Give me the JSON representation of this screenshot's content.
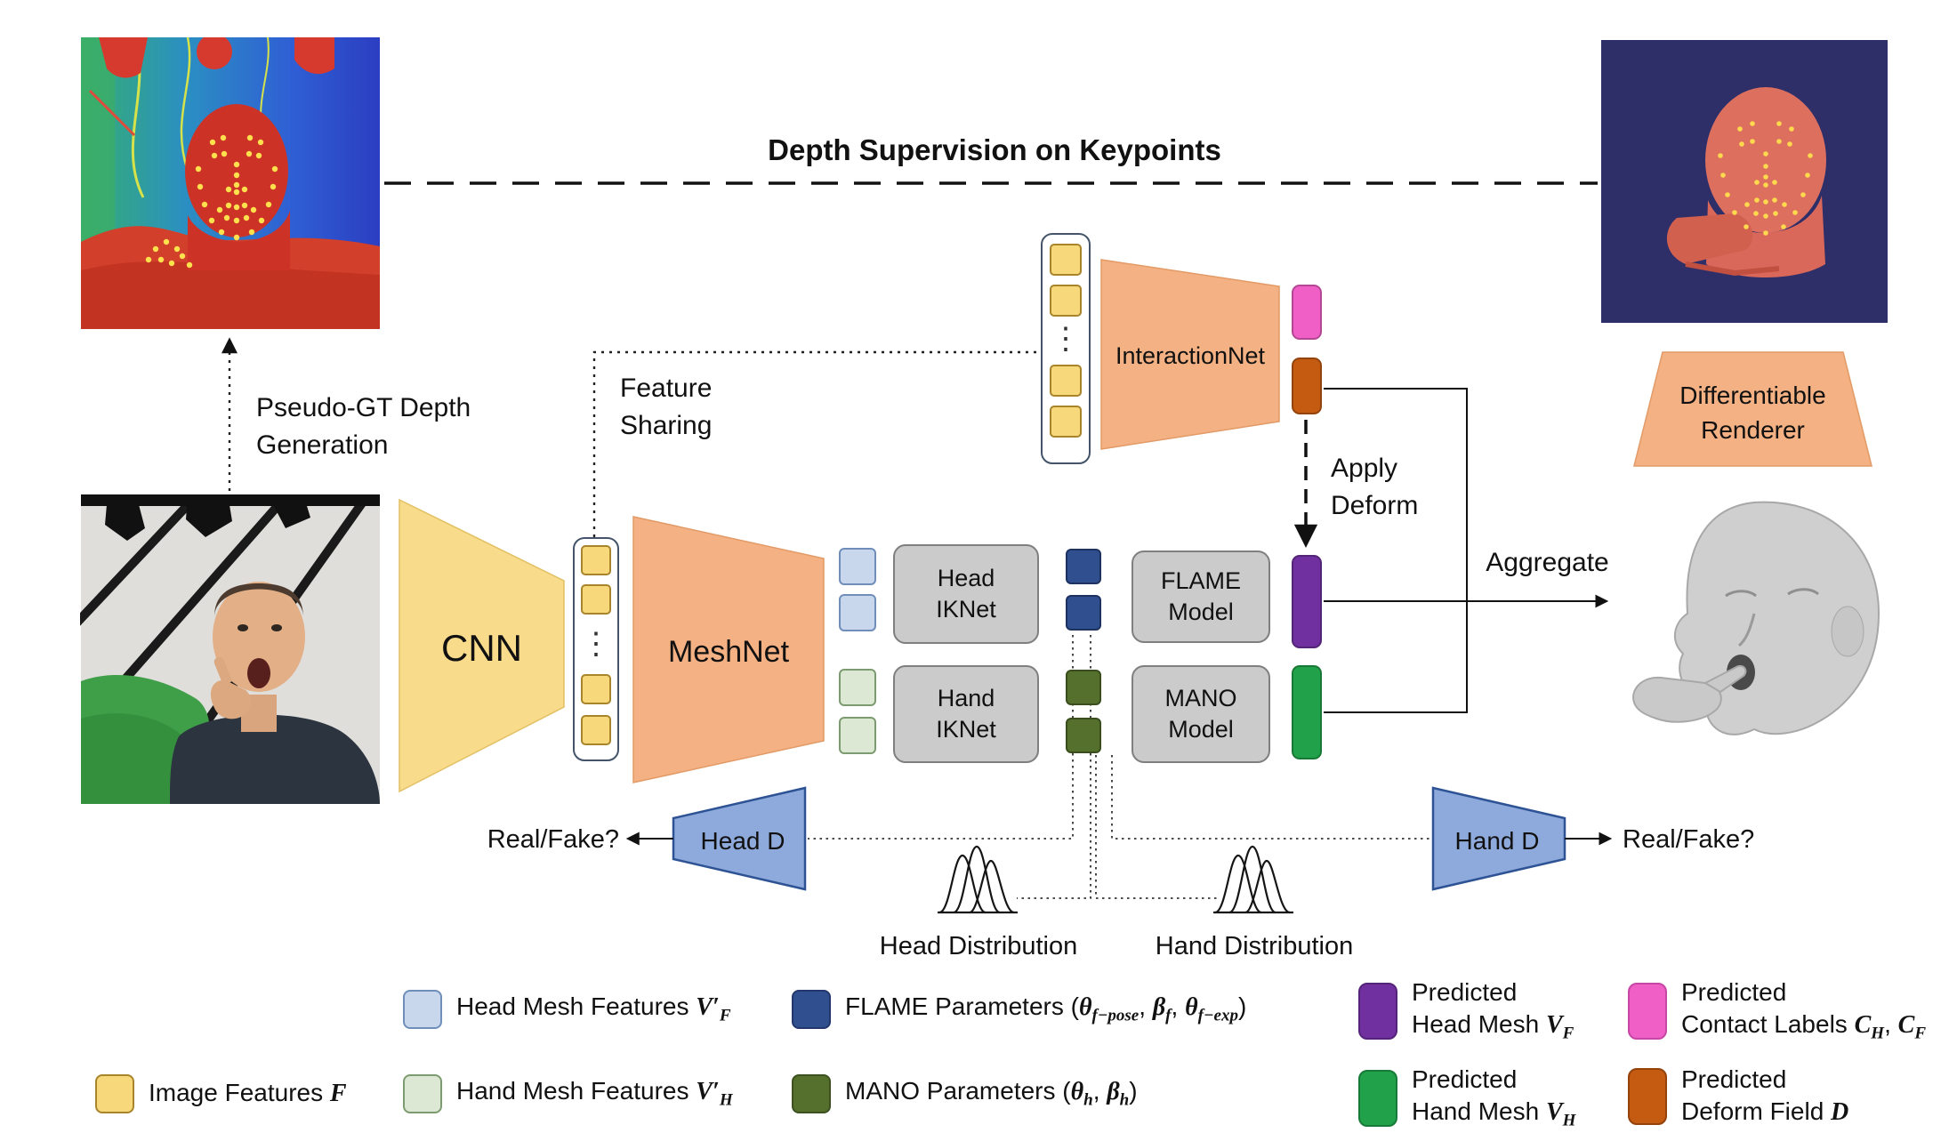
{
  "figure": {
    "title": "Depth Supervision on Keypoints"
  },
  "labels": {
    "pseudo_gt": "Pseudo-GT Depth\nGeneration",
    "feature_sharing": "Feature\nSharing",
    "apply_deform": "Apply\nDeform",
    "aggregate": "Aggregate",
    "real_fake_left": "Real/Fake?",
    "real_fake_right": "Real/Fake?",
    "head_distribution": "Head Distribution",
    "hand_distribution": "Hand Distribution",
    "vdots": "⋮"
  },
  "blocks": {
    "cnn": "CNN",
    "meshnet": "MeshNet",
    "interactionnet": "InteractionNet",
    "renderer": "Differentiable\nRenderer",
    "head_iknet": "Head\nIKNet",
    "hand_iknet": "Hand\nIKNet",
    "flame_model": "FLAME\nModel",
    "mano_model": "MANO\nModel",
    "head_d": "Head D",
    "hand_d": "Hand D"
  },
  "colors": {
    "feature_yellow": "#F7D87A",
    "feature_yellow_border": "#A8842B",
    "cnn_yellow": "#F8DB8B",
    "salmon": "#F4B183",
    "head_feat_blue": "#C9D7ED",
    "head_feat_blue_border": "#6F8FBA",
    "hand_feat_green": "#DCE8D4",
    "hand_feat_green_border": "#7D9B70",
    "flame_blue": "#2F4F8F",
    "mano_green": "#55702D",
    "pred_head_purple": "#7030A0",
    "pred_hand_green": "#21A24A",
    "contact_pink": "#F05FC6",
    "deform_orange": "#C55A11",
    "box_gray": "#CBCBCB",
    "box_gray_border": "#7F7F7F",
    "disc_blue": "#8EA9DB",
    "disc_blue_border": "#2E5395",
    "container_border": "#44546A"
  },
  "legend": {
    "items": [
      {
        "id": "head-mesh-features",
        "shape": "square",
        "color": "#C9D7ED",
        "border": "#6F8FBA",
        "label": "Head Mesh Features *V′_{F}*"
      },
      {
        "id": "flame-parameters",
        "shape": "square",
        "color": "#2F4F8F",
        "border": "#22376B",
        "label": "FLAME Parameters (*θ_{f−pose}*, *β_{f}*, *θ_{f−exp}*)"
      },
      {
        "id": "predicted-head-mesh",
        "shape": "tall",
        "color": "#7030A0",
        "border": "#55247A",
        "label": "Predicted\nHead Mesh *V_{F}*"
      },
      {
        "id": "predicted-contact-labels",
        "shape": "tall",
        "color": "#F05FC6",
        "border": "#C647A4",
        "label": "Predicted\nContact Labels *C_{H}*, *C_{F}*"
      },
      {
        "id": "image-features",
        "shape": "square",
        "color": "#F7D87A",
        "border": "#A8842B",
        "label": "Image Features *F*"
      },
      {
        "id": "hand-mesh-features",
        "shape": "square",
        "color": "#DCE8D4",
        "border": "#7D9B70",
        "label": "Hand Mesh Features *V′_{H}*"
      },
      {
        "id": "mano-parameters",
        "shape": "square",
        "color": "#55702D",
        "border": "#3C5020",
        "label": "MANO Parameters (*θ_{h}*, *β_{h}*)"
      },
      {
        "id": "predicted-hand-mesh",
        "shape": "tall",
        "color": "#21A24A",
        "border": "#187A38",
        "label": "Predicted\nHand Mesh *V_{H}*"
      },
      {
        "id": "predicted-deform-field",
        "shape": "tall",
        "color": "#C55A11",
        "border": "#94430D",
        "label": "Predicted\nDeform Field *D*"
      }
    ]
  }
}
